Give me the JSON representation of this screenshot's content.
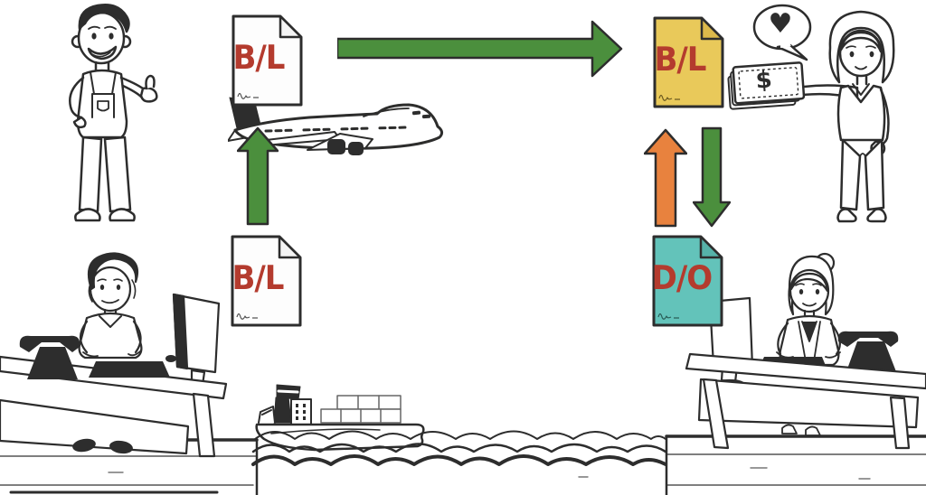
{
  "scene": {
    "ink_color": "#2d2d2d",
    "label_color": "#b43b2e",
    "description": "Whiteboard-style freight document flow diagram"
  },
  "documents": [
    {
      "name": "bl-shipper-top",
      "label": "B/L",
      "bg": "#fdfdfd"
    },
    {
      "name": "bl-shipper-bottom",
      "label": "B/L",
      "bg": "#fdfdfd"
    },
    {
      "name": "bl-consignee",
      "label": "B/L",
      "bg": "#e9c95a"
    },
    {
      "name": "do-consignee",
      "label": "D/O",
      "bg": "#63c3ba"
    }
  ],
  "arrows": {
    "green_color": "#4b8f3d",
    "orange_color": "#e8823e",
    "outline_color": "#2d2d2d"
  },
  "money": {
    "symbol": "$"
  },
  "bubble": {
    "symbol": "♥"
  }
}
